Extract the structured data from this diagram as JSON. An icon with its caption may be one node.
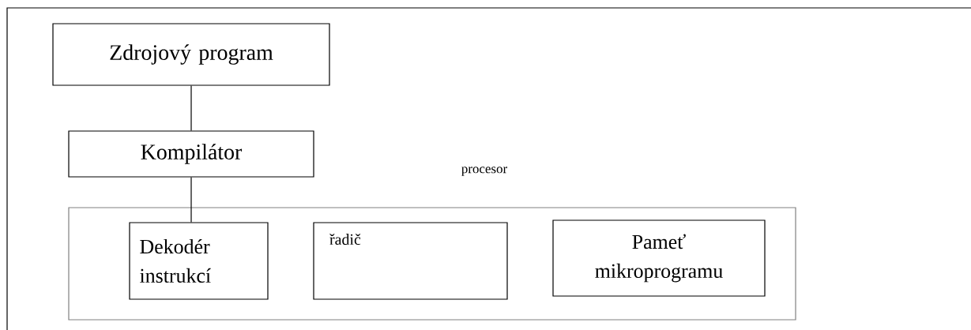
{
  "diagram": {
    "nodes": [
      {
        "text": [
          "Zdrojový program"
        ]
      },
      {
        "text": [
          "Kompilátor"
        ]
      },
      {
        "text": [
          "procesor"
        ]
      },
      {
        "text": [
          "Dekodér instrukcí"
        ],
        "in": 2
      },
      {
        "text": [
          "řadič"
        ],
        "in": 2
      },
      {
        "text": [
          "Pameť mikroprogramu"
        ],
        "in": 2
      }
    ],
    "edges": [
      {
        "from": 0,
        "to": 1,
        "arrow": "none"
      },
      {
        "from": 1,
        "to": 3,
        "arrow": "none"
      }
    ]
  }
}
